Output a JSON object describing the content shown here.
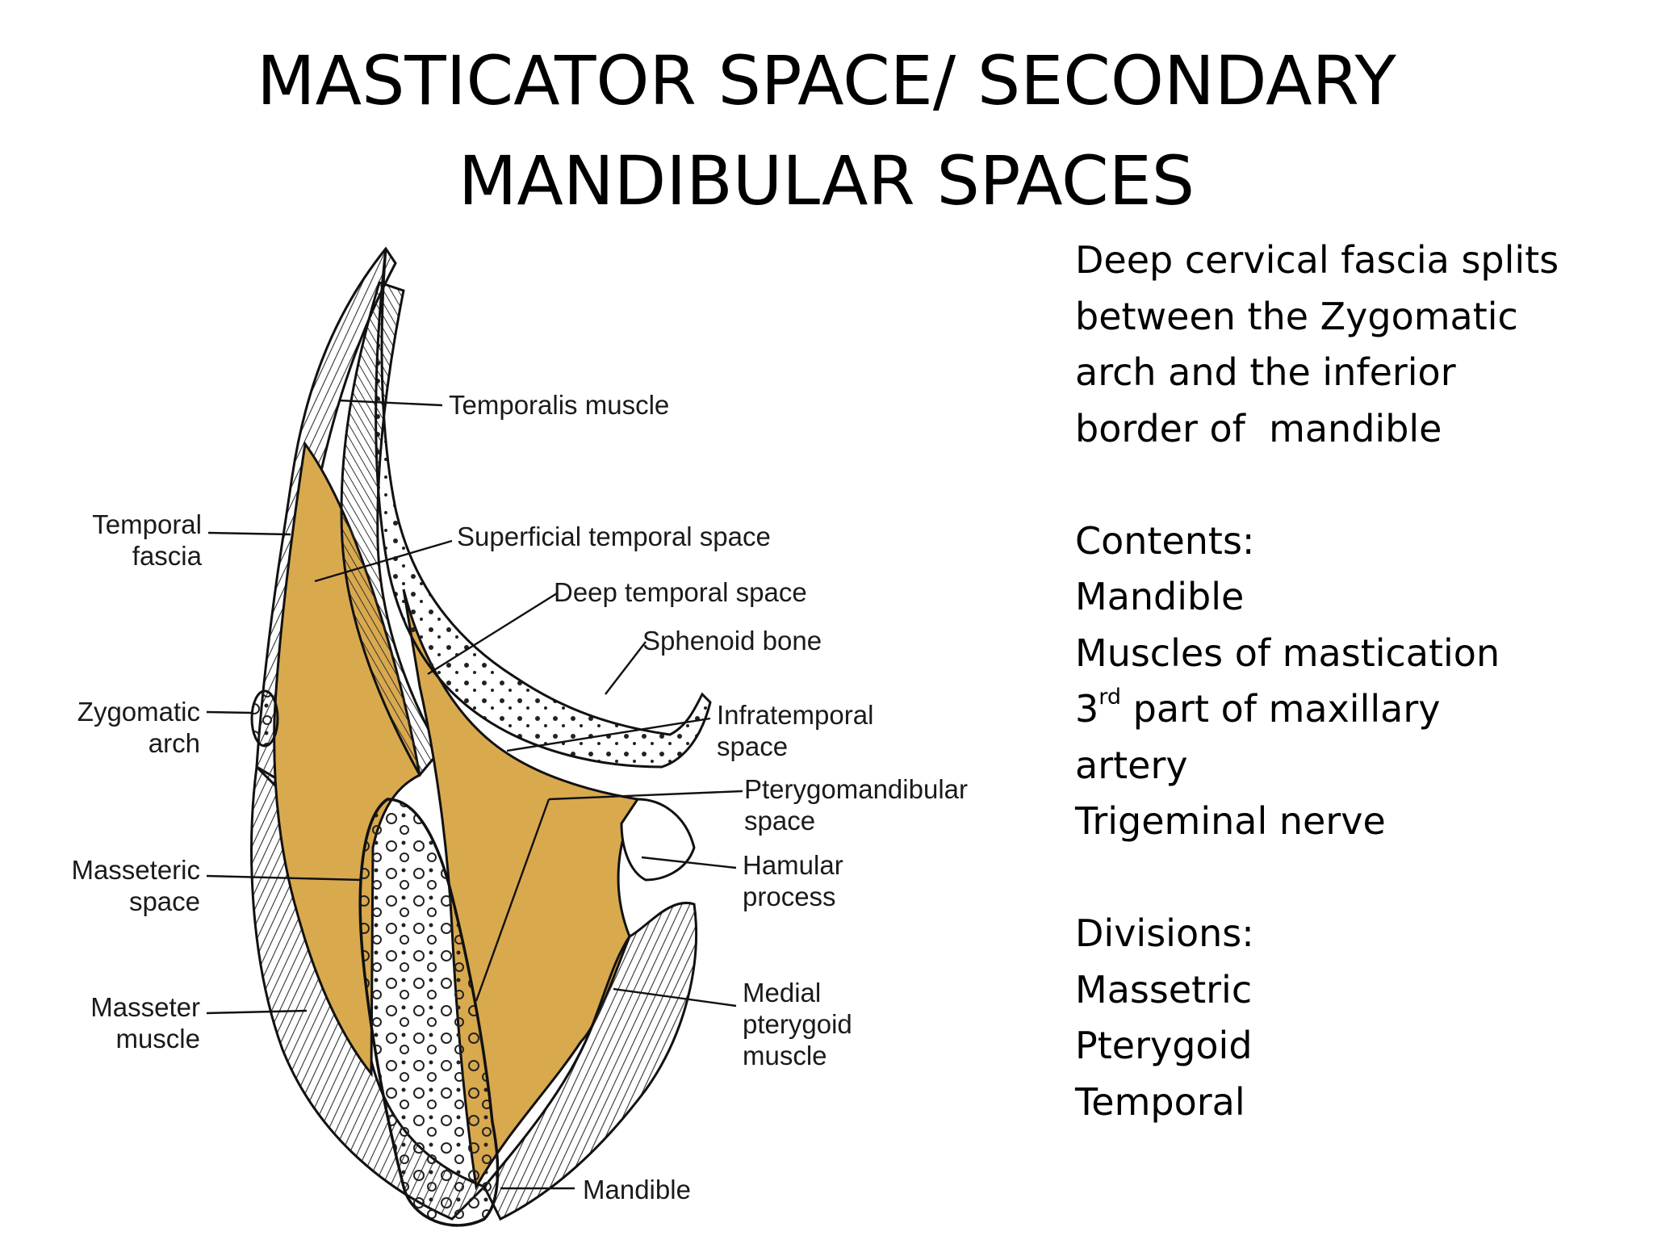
{
  "title": {
    "line1": "MASTICATOR SPACE/ SECONDARY",
    "line2": "MANDIBULAR SPACES"
  },
  "labels": {
    "temporalis_muscle": "Temporalis muscle",
    "temporal_fascia": [
      "Temporal",
      "fascia"
    ],
    "superficial_temporal_space": "Superficial temporal space",
    "deep_temporal_space": "Deep temporal space",
    "sphenoid_bone": "Sphenoid bone",
    "zygomatic_arch": [
      "Zygomatic",
      "arch"
    ],
    "infratemporal_space": [
      "Infratemporal",
      "space"
    ],
    "pterygomandibular_space": [
      "Pterygomandibular",
      "space"
    ],
    "hamular_process": [
      "Hamular",
      "process"
    ],
    "masseteric_space": [
      "Masseteric",
      "space"
    ],
    "masseter_muscle": [
      "Masseter",
      "muscle"
    ],
    "medial_pterygoid_muscle": [
      "Medial",
      "pterygoid",
      "muscle"
    ],
    "mandible": "Mandible"
  },
  "description": {
    "intro": [
      "Deep cervical fascia splits",
      "between the Zygomatic",
      "arch and the inferior",
      "border of  mandible"
    ],
    "contents_heading": "Contents:",
    "contents": {
      "item1": "Mandible",
      "item2": "Muscles of mastication",
      "item3_prefix": "3",
      "item3_sup": "rd",
      "item3_suffix": " part of maxillary",
      "item3_cont": "artery",
      "item4": "Trigeminal nerve"
    },
    "divisions_heading": "Divisions:",
    "divisions": [
      "Massetric",
      "Pterygoid",
      "Temporal"
    ]
  },
  "colors": {
    "space_fill": "#d9a94e",
    "outline": "#111111",
    "muscle_hatch": "#333333"
  }
}
